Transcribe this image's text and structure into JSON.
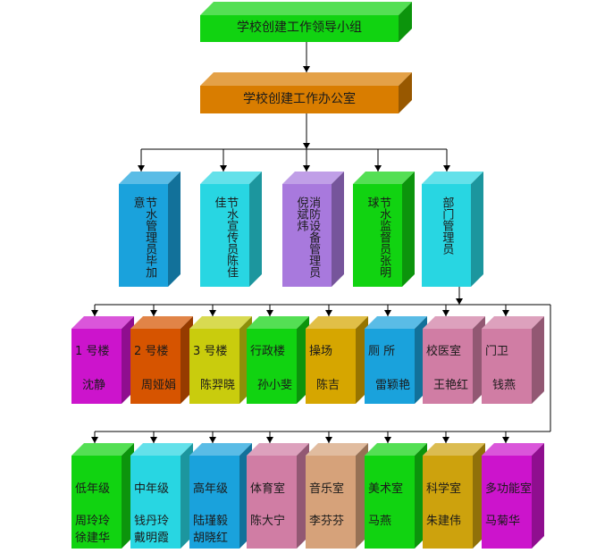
{
  "colors": {
    "line": "#000000",
    "green": "#11d311",
    "orange": "#d97d00",
    "blue": "#1aa2dc",
    "cyan": "#28d6e2",
    "purple": "#a879dd",
    "magenta": "#cc14cc",
    "rust": "#d65400",
    "yellow": "#c9cc0d",
    "gold": "#d6a600",
    "pink": "#d07da4",
    "tan": "#d6a27a",
    "goldbrown": "#cda20d"
  },
  "top": {
    "label": "学校创建工作领导小组",
    "color": "green"
  },
  "office": {
    "label": "学校创建工作办公室",
    "color": "orange"
  },
  "groups": [
    {
      "label": "节水管理员毕加意",
      "color": "blue"
    },
    {
      "label": "节水宣传员陈佳佳",
      "color": "cyan"
    },
    {
      "label": "消防设备管理员倪斌炜",
      "color": "purple"
    },
    {
      "label": "节水监督员张明球",
      "color": "green"
    },
    {
      "label": "部门管理员",
      "color": "cyan"
    }
  ],
  "managers": [
    {
      "label": "1 号楼",
      "name": "沈静",
      "color": "magenta"
    },
    {
      "label": "2 号楼",
      "name": "周娅娟",
      "color": "rust"
    },
    {
      "label": "3 号楼",
      "name": "陈羿晓",
      "color": "yellow"
    },
    {
      "label": "行政楼",
      "name": "孙小斐",
      "color": "green"
    },
    {
      "label": "操场",
      "name": "陈吉",
      "color": "gold"
    },
    {
      "label": "厕  所",
      "name": "雷颖艳",
      "color": "blue"
    },
    {
      "label": "校医室",
      "name": "王艳红",
      "color": "pink"
    },
    {
      "label": "门卫",
      "name": "钱燕",
      "color": "pink"
    }
  ],
  "rooms": [
    {
      "label": "低年级",
      "names": [
        "周玲玲",
        "徐建华"
      ],
      "color": "green"
    },
    {
      "label": "中年级",
      "names": [
        "钱丹玲",
        "戴明霞"
      ],
      "color": "cyan"
    },
    {
      "label": "高年级",
      "names": [
        "陆瑾毅",
        "胡晓红"
      ],
      "color": "blue"
    },
    {
      "label": "体育室",
      "names": [
        "陈大宁"
      ],
      "color": "pink"
    },
    {
      "label": "音乐室",
      "names": [
        "李芬芬"
      ],
      "color": "tan"
    },
    {
      "label": "美术室",
      "names": [
        "马燕"
      ],
      "color": "green"
    },
    {
      "label": "科学室",
      "names": [
        "朱建伟"
      ],
      "color": "goldbrown"
    },
    {
      "label": "多功能室",
      "names": [
        "马菊华"
      ],
      "color": "magenta"
    }
  ]
}
